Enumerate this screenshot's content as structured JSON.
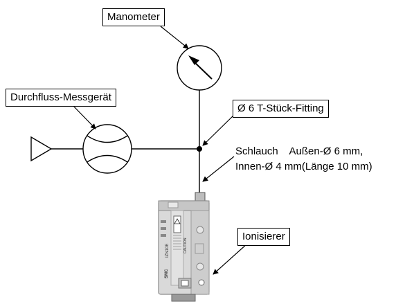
{
  "labels": {
    "manometer": "Manometer",
    "flowmeter": "Durchfluss-Messgerät",
    "t_fitting": "Ø 6 T-Stück-Fitting",
    "tube_line1": "Schlauch    Außen-Ø 6 mm,",
    "tube_line2": "Innen-Ø 4 mm(Länge 10 mm)",
    "ionizer": "Ionisierer"
  },
  "device": {
    "model": "IZN10E",
    "brand": "SMC",
    "warning": "CAUTION"
  },
  "colors": {
    "line": "#000000",
    "device_body": "#d9d9d9",
    "device_shadow": "#9a9a9a"
  }
}
